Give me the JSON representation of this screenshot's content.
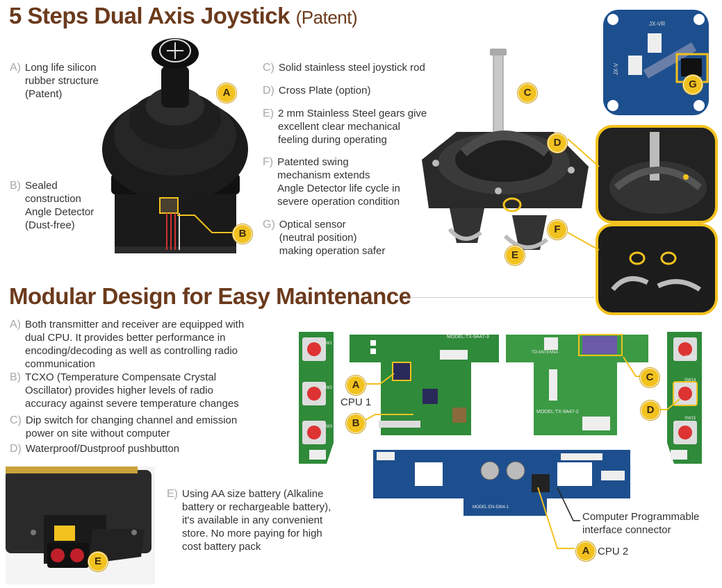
{
  "joystick_section": {
    "title": "5 Steps Dual Axis Joystick",
    "title_suffix": "(Patent)",
    "features_left": [
      {
        "key": "A)",
        "lines": [
          "Long life silicon",
          "rubber structure",
          "(Patent)"
        ]
      },
      {
        "key": "B)",
        "lines": [
          "Sealed",
          "construction",
          "Angle Detector",
          "(Dust-free)"
        ]
      }
    ],
    "features_right": [
      {
        "key": "C)",
        "lines": [
          "Solid stainless steel joystick rod"
        ]
      },
      {
        "key": "D)",
        "lines": [
          "Cross Plate (option)"
        ]
      },
      {
        "key": "E)",
        "lines": [
          "2 mm Stainless Steel gears give",
          "excellent clear mechanical",
          "feeling during operating"
        ]
      },
      {
        "key": "F)",
        "lines": [
          "Patented swing",
          "mechanism extends",
          "Angle Detector life cycle in",
          "severe operation condition"
        ]
      },
      {
        "key": "G)",
        "lines": [
          "Optical sensor",
          "(neutral position)",
          "making operation safer"
        ]
      }
    ],
    "callouts": {
      "a": "A",
      "b": "B",
      "c": "C",
      "d": "D",
      "e": "E",
      "f": "F",
      "g": "G"
    },
    "board_labels": {
      "jx_vr": "JX-VR",
      "jx_vl": "JX-V"
    }
  },
  "modular_section": {
    "title": "Modular Design for Easy Maintenance",
    "features": [
      {
        "key": "A)",
        "lines": [
          "Both transmitter and receiver are equipped with",
          "dual CPU. It provides better performance in",
          "encoding/decoding as well as controlling radio",
          "communication"
        ]
      },
      {
        "key": "B)",
        "lines": [
          "TCXO (Temperature Compensate Crystal",
          "Oscillator) provides higher levels of radio",
          "accuracy against severe temperature changes"
        ]
      },
      {
        "key": "C)",
        "lines": [
          "Dip switch for changing channel and emission",
          "power on site without computer"
        ]
      },
      {
        "key": "D)",
        "lines": [
          "Waterproof/Dustproof pushbutton"
        ]
      }
    ],
    "battery_feature": {
      "key": "E)",
      "lines": [
        "Using AA size battery (Alkaline",
        "battery or rechargeable battery),",
        "it's available in any convenient",
        "store. No more paying for high",
        "cost battery pack"
      ]
    },
    "labels": {
      "cpu1": "CPU 1",
      "cpu2": "CPU 2",
      "connector": [
        "Computer Programmable",
        "interface connector"
      ]
    },
    "callouts": {
      "a1": "A",
      "b": "B",
      "c": "C",
      "d": "D",
      "a2": "A",
      "e": "E"
    },
    "pcb_text": {
      "model_tx": "MODEL:TX-9A47-3",
      "model_tx2": "MODEL:TX-9A47-2",
      "model_en": "MODEL:EN-5304-1",
      "antenna": "TO ANTENNA",
      "sw": [
        "SW1",
        "SW2",
        "SW3"
      ],
      "sw_right": [
        "SW13",
        "SW14",
        "SW15"
      ]
    }
  },
  "colors": {
    "title": "#6b3a1c",
    "callout": "#f2c21f",
    "pcb_green": "#2f8a3a",
    "pcb_blue": "#1d4f8e"
  }
}
